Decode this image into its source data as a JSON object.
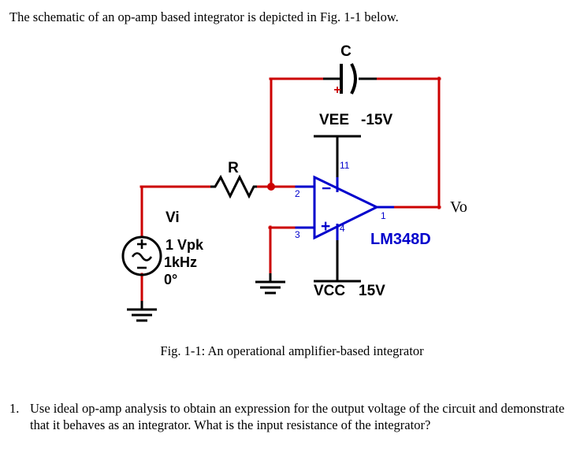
{
  "document": {
    "intro": "The schematic of an op-amp based integrator is depicted in Fig. 1-1 below.",
    "caption": "Fig. 1-1: An operational amplifier-based integrator",
    "question_number": "1.",
    "question_text": "Use ideal op-amp analysis to obtain an expression for the output voltage of the circuit and demonstrate that it behaves as an integrator.  What is the input resistance of the integrator?"
  },
  "schematic": {
    "title": "op-amp based integrator circuit",
    "components": {
      "capacitor": {
        "ref": "C",
        "polarity_marker": "+",
        "type": "polarized-capacitor"
      },
      "resistor": {
        "ref": "R",
        "type": "resistor"
      },
      "source": {
        "ref": "Vi",
        "amplitude": "1 Vpk",
        "frequency": "1kHz",
        "phase": "0°",
        "type": "ac-voltage-source"
      },
      "opamp": {
        "part": "LM348D",
        "inverting_symbol": "−",
        "noninverting_symbol": "+",
        "pins": {
          "inverting_input": "2",
          "noninverting_input": "3",
          "output": "1",
          "negative_supply": "11",
          "positive_supply": "4"
        }
      },
      "supply_negative": {
        "name": "VEE",
        "value": "-15V"
      },
      "supply_positive": {
        "name": "VCC",
        "value": "15V"
      },
      "output_node": {
        "label": "Vo"
      }
    },
    "colors": {
      "wire": "#cc0000",
      "device": "#000000",
      "opamp": "#0000cc",
      "junction": "#cc0000",
      "background": "#ffffff"
    }
  }
}
